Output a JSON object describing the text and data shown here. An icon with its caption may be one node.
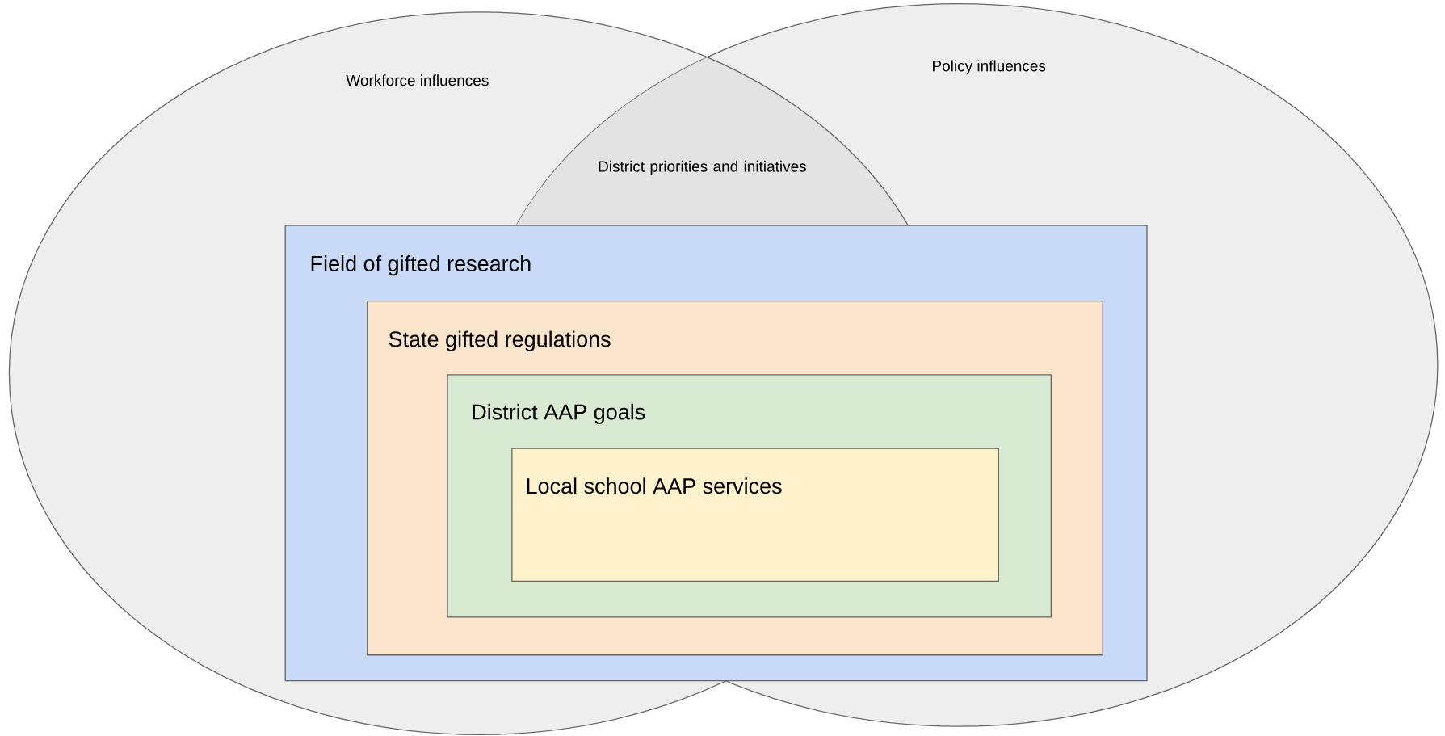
{
  "diagram": {
    "nodes": [
      {
        "text": [
          "Workforce influences"
        ]
      },
      {
        "text": [
          "Policy influences"
        ]
      },
      {
        "text": [
          "District priorities and initiatives"
        ]
      },
      {
        "text": [
          "Field of gifted research"
        ]
      },
      {
        "text": [
          "State gifted regulations"
        ],
        "in": 3
      },
      {
        "text": [
          "District AAP goals"
        ],
        "in": 4
      },
      {
        "text": [
          "Local school AAP services"
        ],
        "in": 5
      }
    ]
  }
}
